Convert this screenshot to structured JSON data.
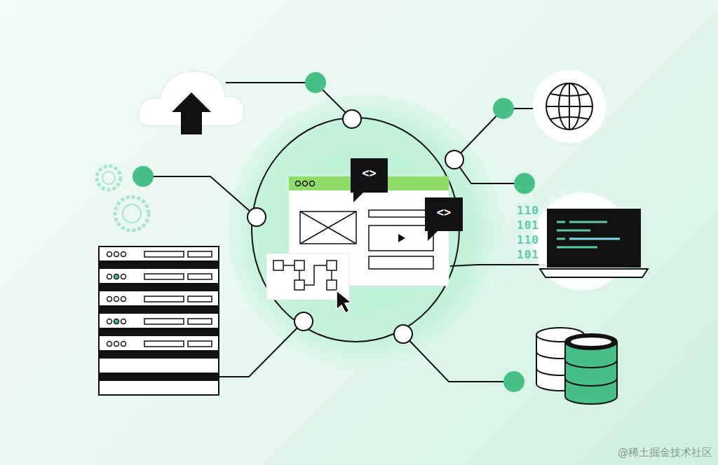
{
  "diagram": {
    "labels": [
      "<>",
      "<>",
      "110",
      "101",
      "110",
      "101",
      "@稀土掘金技术社区"
    ]
  }
}
